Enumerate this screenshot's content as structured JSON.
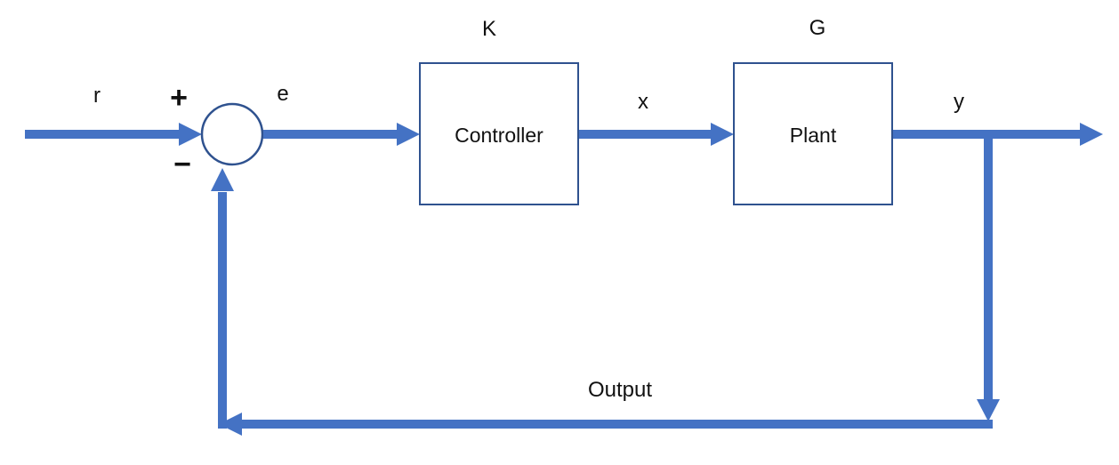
{
  "diagram": {
    "type": "block-diagram",
    "description": "Closed-loop feedback control system",
    "signals": {
      "input": "r",
      "plus": "+",
      "minus": "−",
      "error": "e",
      "control": "x",
      "output": "y",
      "feedback_label": "Output"
    },
    "blocks": {
      "controller": {
        "label": "Controller",
        "symbol": "K"
      },
      "plant": {
        "label": "Plant",
        "symbol": "G"
      }
    },
    "colors": {
      "arrow": "#4472C4",
      "outline": "#2F528F",
      "text": "#111111",
      "background": "#ffffff"
    }
  }
}
